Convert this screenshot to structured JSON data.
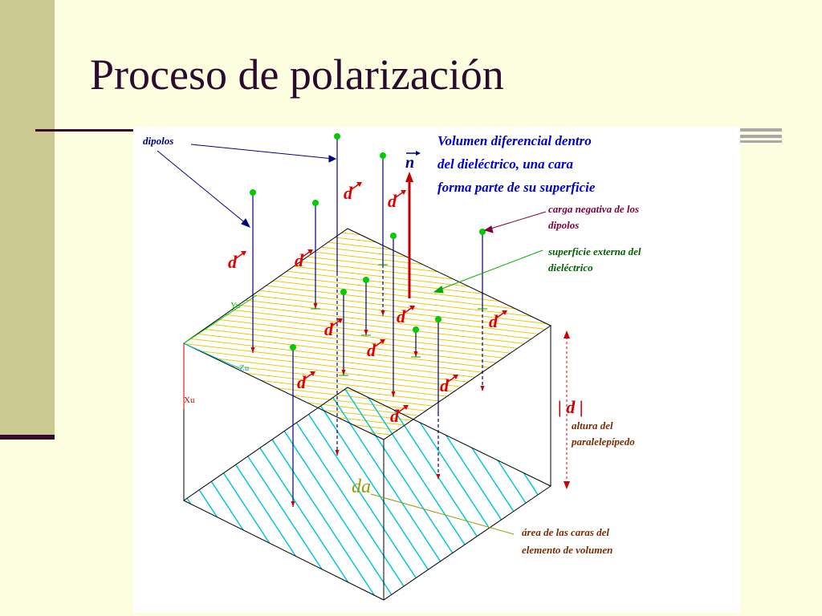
{
  "slide": {
    "title": "Proceso de polarización"
  },
  "figure": {
    "dipoles_label": "dipolos",
    "volume_note": [
      "Volumen diferencial dentro",
      "del dieléctrico, una cara",
      "forma parte de su superficie"
    ],
    "negative_charge_note": [
      "carga negativa de los",
      "dipolos"
    ],
    "external_surface_note": [
      "superficie externa del",
      "dieléctrico"
    ],
    "height_note": [
      "altura del",
      "paralelepípedo"
    ],
    "area_note": [
      "área de las caras del",
      "elemento de volumen"
    ],
    "dipole_symbol": "d",
    "normal_symbol": "n",
    "magnitude_symbol": "| d |",
    "area_symbol": "da",
    "axis_labels": {
      "y": "Yu",
      "z": "Zu",
      "x": "Xu"
    },
    "colors": {
      "dipole_line": "#000080",
      "dipole_symbol": "#e00000",
      "normal_vector": "#c00000",
      "positive_end": "#00cc00",
      "note_blue": "#0000cc",
      "note_purple": "#800040",
      "note_green": "#006000",
      "note_brown": "#7a2a00",
      "top_hatch": "#f0c800",
      "bottom_hatch": "#00c8d8",
      "box_edge": "#000000",
      "area_symbol": "#999900"
    }
  }
}
